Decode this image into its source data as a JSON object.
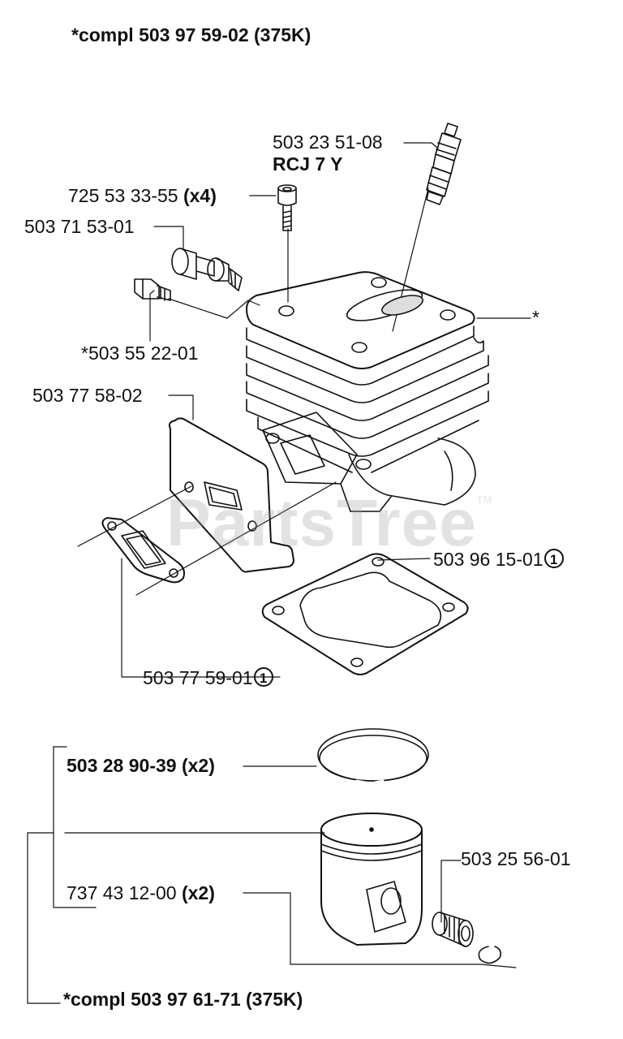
{
  "header": {
    "assembly": "*compl 503 97 59-02 (375K)"
  },
  "parts": {
    "spark_plug": {
      "number": "503 23 51-08",
      "type": "RCJ 7 Y"
    },
    "bolt": {
      "number": "725 53 33-55",
      "qty": "(x4)"
    },
    "valve": {
      "number": "503 71 53-01"
    },
    "plug": {
      "number": "*503 55 22-01"
    },
    "cylinder": {
      "mark": "*"
    },
    "intake_plate": {
      "number": "503 77 58-02"
    },
    "base_gasket": {
      "number": "503 96 15-01",
      "ref": "1"
    },
    "intake_gasket": {
      "number": "503 77 59-01",
      "ref": "1"
    },
    "piston_ring": {
      "number": "503 28 90-39",
      "qty": "(x2)"
    },
    "bearing": {
      "number": "503 25 56-01"
    },
    "circlip": {
      "number": "737 43 12-00",
      "qty": "(x2)"
    }
  },
  "footer": {
    "assembly": "*compl 503 97 61-71 (375K)"
  },
  "watermark": {
    "text": "PartsTree",
    "tm": "TM"
  }
}
